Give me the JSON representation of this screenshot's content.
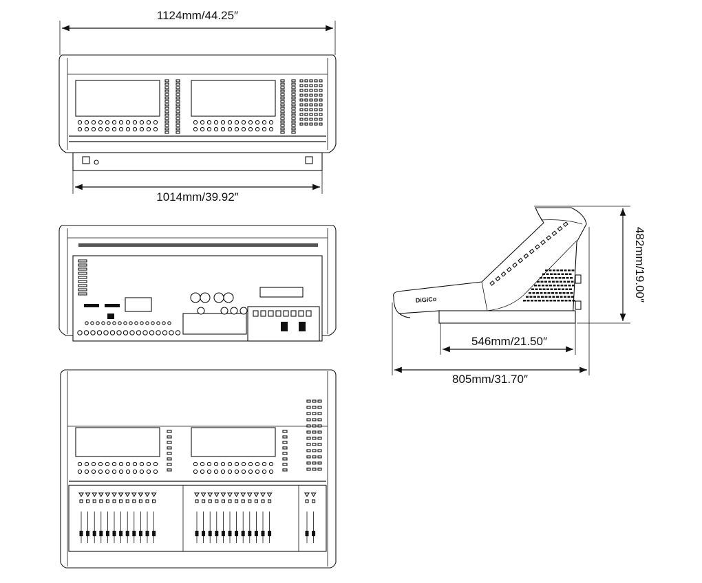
{
  "dimensions": {
    "overall_width": "1124mm/44.25″",
    "base_width": "1014mm/39.92″",
    "height": "482mm/19.00″",
    "base_depth": "546mm/21.50″",
    "overall_depth": "805mm/31.70″"
  },
  "brand_logo": "DiGiCo",
  "views": [
    "front-view",
    "rear-view",
    "top-view",
    "side-view"
  ],
  "icons": [
    "dimension-arrow-icon"
  ]
}
